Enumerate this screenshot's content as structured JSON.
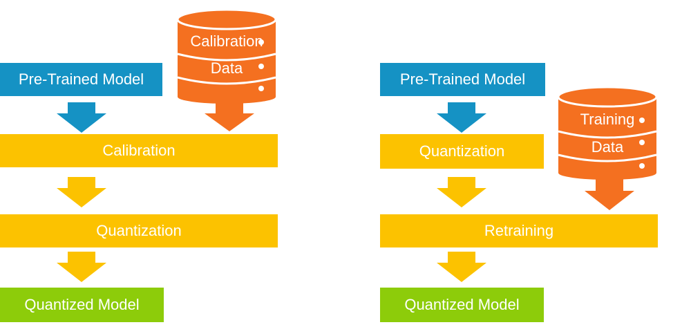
{
  "left": {
    "pretrained": "Pre-Trained Model",
    "db_line1": "Calibration",
    "db_line2": "Data",
    "calibration": "Calibration",
    "quantization": "Quantization",
    "quantized": "Quantized Model"
  },
  "right": {
    "pretrained": "Pre-Trained Model",
    "db_line1": "Training",
    "db_line2": "Data",
    "quantization": "Quantization",
    "retraining": "Retraining",
    "quantized": "Quantized Model"
  },
  "colors": {
    "model": "#1592c4",
    "process": "#fcc200",
    "output": "#8dcc0a",
    "data": "#f47020"
  }
}
